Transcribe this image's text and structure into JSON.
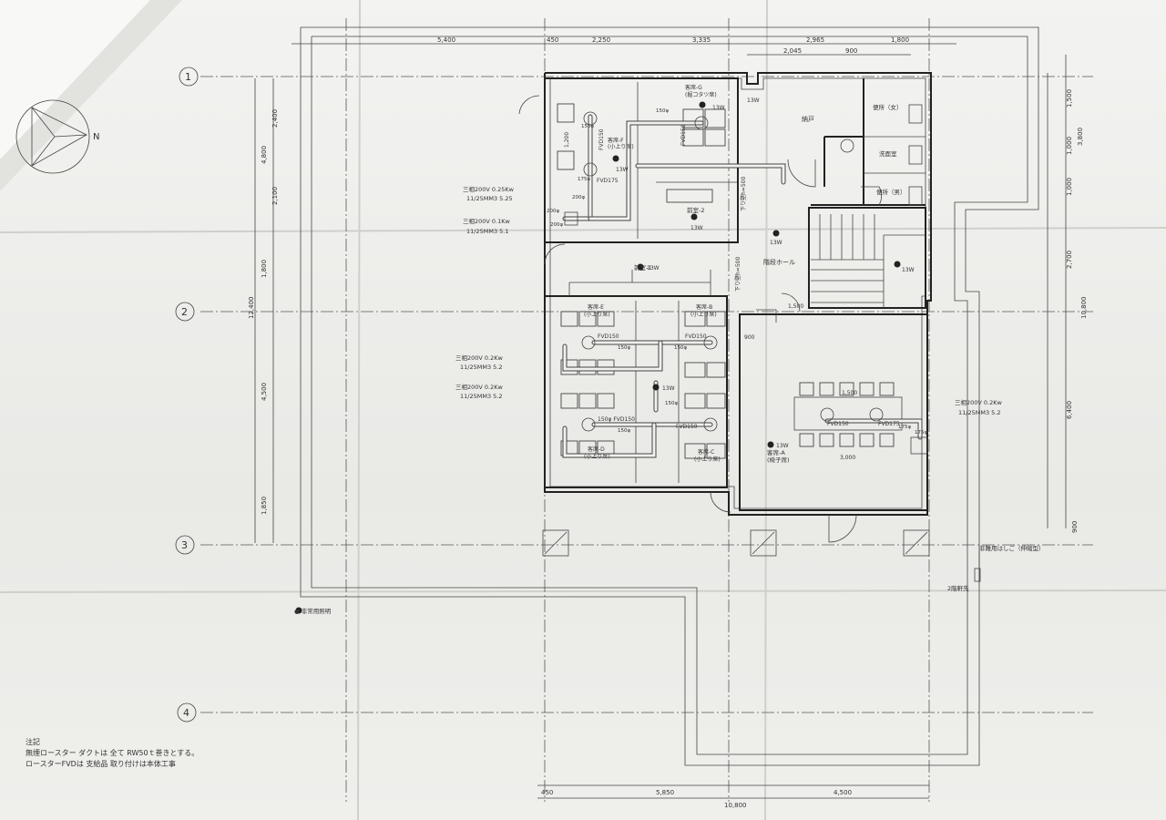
{
  "dims_top": [
    "5,400",
    "450",
    "2,250",
    "3,335",
    "2,965",
    "1,800",
    "2,045",
    "900"
  ],
  "dims_bottom": [
    "450",
    "5,850",
    "4,500",
    "10,800"
  ],
  "dims_left": [
    "2,400",
    "4,800",
    "2,100",
    "12,400",
    "1,800",
    "4,500",
    "1,850"
  ],
  "dims_right": [
    "1,500",
    "3,800",
    "1,000",
    "1,000",
    "2,700",
    "10,800",
    "6,400",
    "900"
  ],
  "grid_rows": [
    "1",
    "2",
    "3",
    "4"
  ],
  "compass": "N",
  "rooms": {
    "kyakuseki_g": "客席-G",
    "kyakuseki_g_sub": "(掘コタツ席)",
    "kyakuseki_f_top": "客席-F",
    "kyakuseki_f_top_sub": "(小上り席)",
    "zenshitsu_2": "前室-2",
    "nando": "納戸",
    "benjo_onna": "便所（女）",
    "senmenjo": "洗面室",
    "benjo_otoko": "便所（男）",
    "kaidan_hall": "階段ホール",
    "zenshitsu_1": "前室-1",
    "kyakuseki_e": "客席-E",
    "kyakuseki_e_sub": "(小上り席)",
    "kyakuseki_b": "客席-B",
    "kyakuseki_b_sub": "(小上り席)",
    "kyakuseki_d": "客席-D",
    "kyakuseki_d_sub": "(小上り席)",
    "kyakuseki_c": "客席-C",
    "kyakuseki_c_sub": "(小上り席)",
    "kyakuseki_a": "客席-A",
    "kyakuseki_a_sub": "(椅子席)",
    "down_label": "下り壁h=500",
    "down_label2": "下り壁h=500"
  },
  "lights": [
    "13W",
    "13W",
    "13W",
    "13W",
    "13W",
    "13W",
    "13W",
    "13W",
    "13W"
  ],
  "fvd": {
    "fvd150_a": "FVD150",
    "fvd175_a": "FVD175",
    "fvd150_b": "FVD150",
    "fvd150_c": "FVD150",
    "fvd150_d": "FVD150",
    "fvd150_e": "150φ FVD150",
    "fvd150_f": "FVD150",
    "fvd175_b": "FVD175",
    "fvd150_g": "FVD150",
    "d150": "150φ",
    "d175": "175φ",
    "d200a": "200φ",
    "d200b": "200φ",
    "d200c": "200φ",
    "d150b": "150φ",
    "d150c": "150φ",
    "d150d": "150φ",
    "d150e": "150φ",
    "d150f": "150φ",
    "d175b": "175φ",
    "d175c": "175φ"
  },
  "inner_dims": {
    "w1500": "1,500",
    "w3000": "3,000",
    "w1200": "1,200",
    "w900": "900",
    "w1500b": "1,500"
  },
  "motors": [
    {
      "line1": "三相200V 0.25Kw",
      "line2": "11/25MM3 5.25"
    },
    {
      "line1": "三相200V 0.1Kw",
      "line2": "11/25MM3 5.1"
    },
    {
      "line1": "三相200V 0.2Kw",
      "line2": "11/25MM3 5.2"
    },
    {
      "line1": "三相200V 0.2Kw",
      "line2": "11/25MM3 5.2"
    },
    {
      "line1": "三相200V 0.2Kw",
      "line2": "11/25MM3 5.2"
    }
  ],
  "legend_emergency": "● 非常用照明",
  "ladder_label": "非難用はしご（伸縮型）",
  "eaves_label": "2階軒先",
  "notes": {
    "title": "注記",
    "line1": "無煙ロースター ダクトは 全て RW50ｔ巻きとする。",
    "line2": "ロースターFVDは 支給品 取り付けは本体工事"
  }
}
